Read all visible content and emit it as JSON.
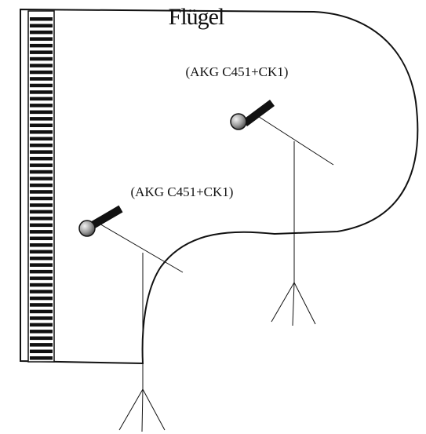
{
  "title": "Flügel",
  "mics": [
    {
      "label": "(AKG C451+CK1)"
    },
    {
      "label": "(AKG C451+CK1)"
    }
  ],
  "colors": {
    "stroke": "#111111",
    "background": "#ffffff",
    "mic_head": "#888888"
  },
  "icons": [
    "grand-piano-outline-icon",
    "keyboard-icon",
    "microphone-icon",
    "mic-stand-icon"
  ]
}
